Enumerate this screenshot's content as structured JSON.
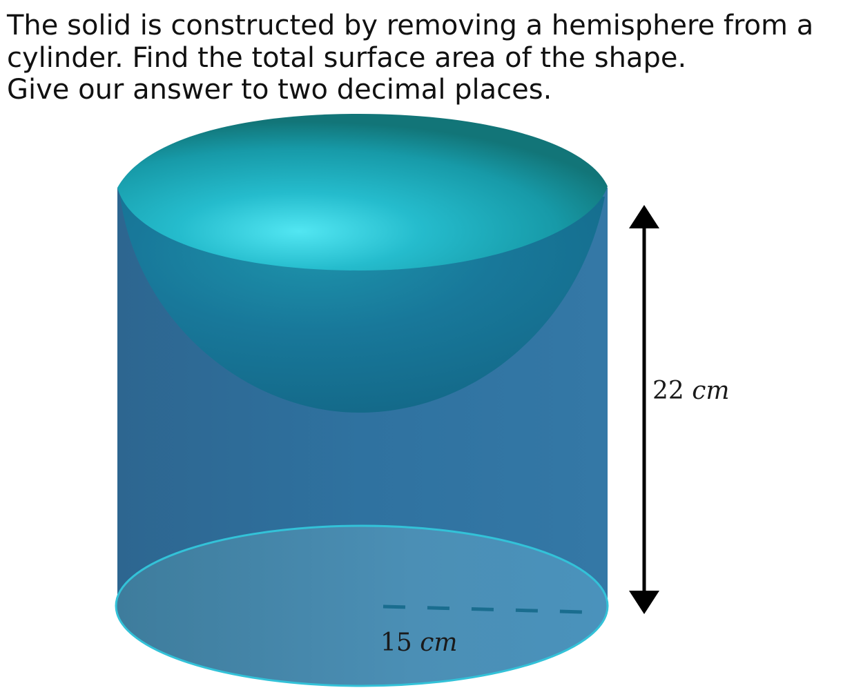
{
  "question": {
    "line1": "The solid is constructed by removing a hemisphere from a",
    "line2": "cylinder. Find the total surface area of the shape.",
    "line3": "Give our answer to two decimal places."
  },
  "figure": {
    "height_value": "22",
    "height_unit": "cm",
    "radius_value": "15",
    "radius_unit": "cm",
    "colors": {
      "cylinder_side": "#2f72a0",
      "hemisphere_inner": "#1a8aa6",
      "rim_highlight": "#50e4f0",
      "base": "#4a8fb3",
      "arrow": "#000000"
    }
  }
}
